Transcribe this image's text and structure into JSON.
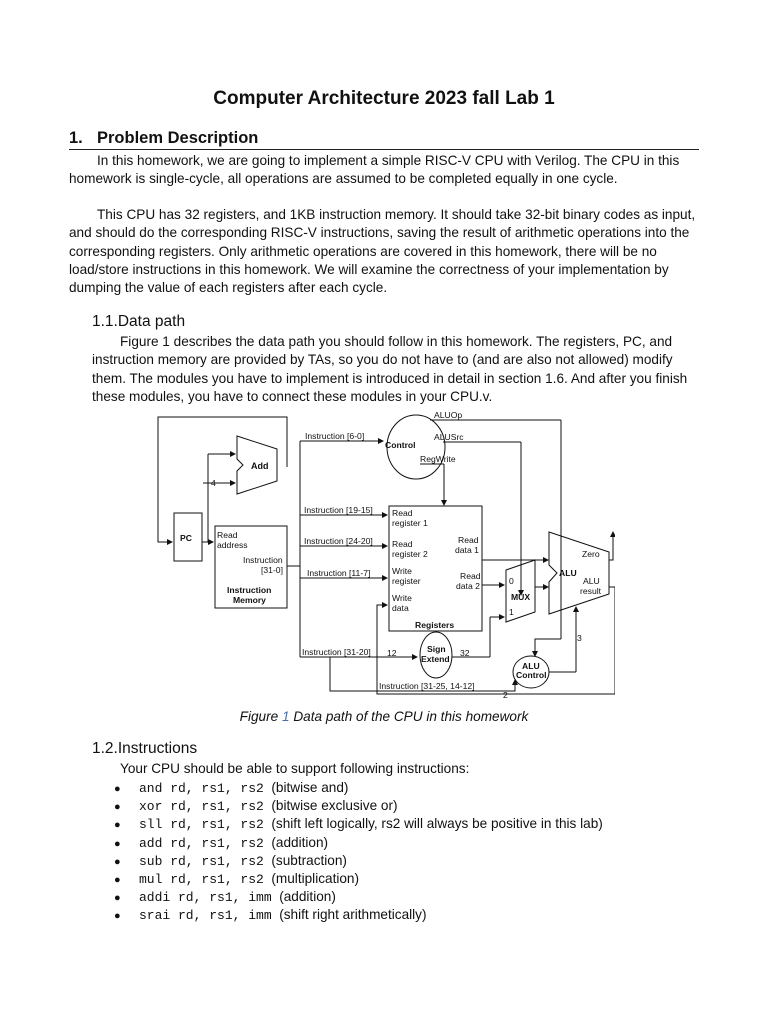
{
  "document": {
    "title": "Computer Architecture 2023 fall Lab 1",
    "section1": {
      "number": "1.",
      "heading": "Problem Description",
      "para1": "In this homework, we are going to implement a simple RISC-V CPU with Verilog. The CPU in this homework is single-cycle, all operations are assumed to be completed equally in one cycle.",
      "para2": "This CPU has 32 registers, and 1KB instruction memory. It should take 32-bit binary codes as input, and should do the corresponding RISC-V instructions, saving the result of arithmetic operations into the corresponding registers. Only arithmetic operations are covered in this homework, there will be no load/store instructions in this homework. We will examine the correctness of your implementation by dumping the value of each registers after each cycle."
    },
    "section1_1": {
      "heading": "1.1.Data path",
      "para": "Figure 1 describes the data path you should follow in this homework. The registers, PC, and instruction memory are provided by TAs, so you do not have to (and are also not allowed) modify them. The modules you have to implement is introduced in detail in section 1.6. And after you finish these modules, you have to connect these modules in your CPU.v."
    },
    "figure": {
      "caption_prefix": "Figure ",
      "caption_number": "1",
      "caption_text": " Data path of the CPU in this homework",
      "labels": {
        "add": "Add",
        "four": "4",
        "pc": "PC",
        "read_address_1": "Read",
        "read_address_2": "address",
        "instruction_1": "Instruction",
        "instruction_2": "[31-0]",
        "imem_1": "Instruction",
        "imem_2": "Memory",
        "control": "Control",
        "aluop": "ALUOp",
        "alusrc": "ALUSrc",
        "regwrite": "RegWrite",
        "instr_6_0": "Instruction [6-0]",
        "instr_19_15": "Instruction [19-15]",
        "instr_24_20": "Instruction [24-20]",
        "instr_11_7": "Instruction [11-7]",
        "instr_31_20": "Instruction [31-20]",
        "instr_31_25": "Instruction [31-25, 14-12]",
        "read_reg1_a": "Read",
        "read_reg1_b": "register 1",
        "read_reg2_a": "Read",
        "read_reg2_b": "register 2",
        "write_reg_a": "Write",
        "write_reg_b": "register",
        "write_data_a": "Write",
        "write_data_b": "data",
        "read_data1_a": "Read",
        "read_data1_b": "data 1",
        "read_data2_a": "Read",
        "read_data2_b": "data 2",
        "registers": "Registers",
        "mux": "MUX",
        "mux0": "0",
        "mux1": "1",
        "alu": "ALU",
        "zero": "Zero",
        "alu_result_a": "ALU",
        "alu_result_b": "result",
        "sign_a": "Sign",
        "sign_b": "Extend",
        "n12": "12",
        "n32": "32",
        "alu_control_a": "ALU",
        "alu_control_b": "Control",
        "n3": "3",
        "n2": "2"
      }
    },
    "section1_2": {
      "heading": "1.2.Instructions",
      "intro": "Your CPU should be able to support following instructions:",
      "bullet": "●",
      "items": [
        {
          "code": "and rd, rs1, rs2",
          "desc": "(bitwise and)"
        },
        {
          "code": "xor rd, rs1, rs2",
          "desc": "(bitwise exclusive or)"
        },
        {
          "code": "sll rd, rs1, rs2",
          "desc": "(shift left logically, rs2 will always be positive in this lab)"
        },
        {
          "code": "add rd, rs1, rs2",
          "desc": "(addition)"
        },
        {
          "code": "sub rd, rs1, rs2",
          "desc": "(subtraction)"
        },
        {
          "code": "mul rd, rs1, rs2",
          "desc": "(multiplication)"
        },
        {
          "code": "addi rd, rs1, imm",
          "desc": "(addition)"
        },
        {
          "code": "srai rd, rs1, imm",
          "desc": "(shift right arithmetically)"
        }
      ]
    }
  }
}
